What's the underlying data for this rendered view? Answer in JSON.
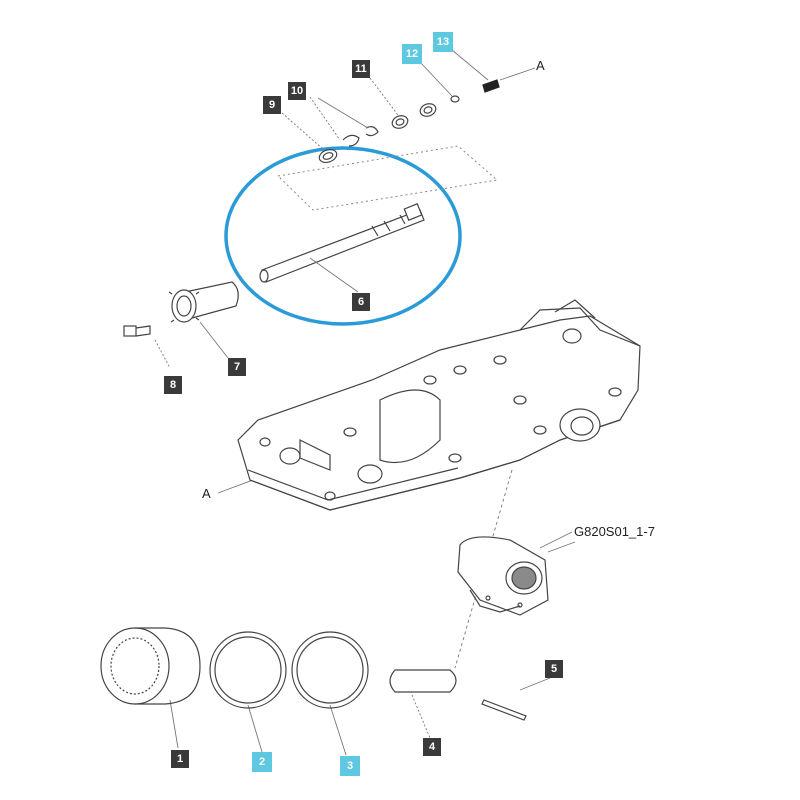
{
  "callouts": [
    {
      "id": "1",
      "style": "dark"
    },
    {
      "id": "2",
      "style": "cyan"
    },
    {
      "id": "3",
      "style": "cyan"
    },
    {
      "id": "4",
      "style": "dark"
    },
    {
      "id": "5",
      "style": "dark"
    },
    {
      "id": "6",
      "style": "dark"
    },
    {
      "id": "7",
      "style": "dark"
    },
    {
      "id": "8",
      "style": "dark"
    },
    {
      "id": "9",
      "style": "dark"
    },
    {
      "id": "10",
      "style": "dark"
    },
    {
      "id": "11",
      "style": "dark"
    },
    {
      "id": "12",
      "style": "cyan"
    },
    {
      "id": "13",
      "style": "cyan"
    }
  ],
  "labels": {
    "ref_a_top": "A",
    "ref_a_left": "A",
    "subassembly_ref": "G820S01_1-7"
  },
  "colors": {
    "highlight_circle": "#2a9bd6",
    "callout_dark": "#3a3a3a",
    "callout_highlight": "#5ec8e0",
    "line_art": "#555555"
  }
}
